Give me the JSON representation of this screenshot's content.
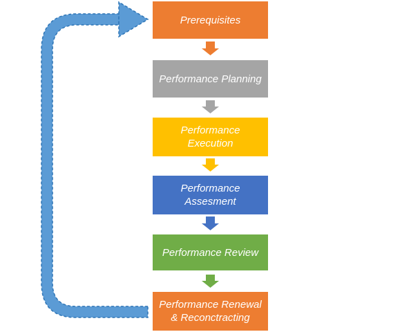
{
  "steps": [
    {
      "label": "Prerequisites",
      "color": "#ED7D31"
    },
    {
      "label": "Performance Planning",
      "color": "#A5A5A5"
    },
    {
      "label": "Performance Execution",
      "color": "#FFC000"
    },
    {
      "label": "Performance Assesment",
      "color": "#4472C4"
    },
    {
      "label": "Performance Review",
      "color": "#70AD47"
    },
    {
      "label": "Performance Renewal & Reconctracting",
      "color": "#ED7D31"
    }
  ],
  "loop_arrow": {
    "color": "#5B9BD5",
    "border": "#2E75B6"
  }
}
